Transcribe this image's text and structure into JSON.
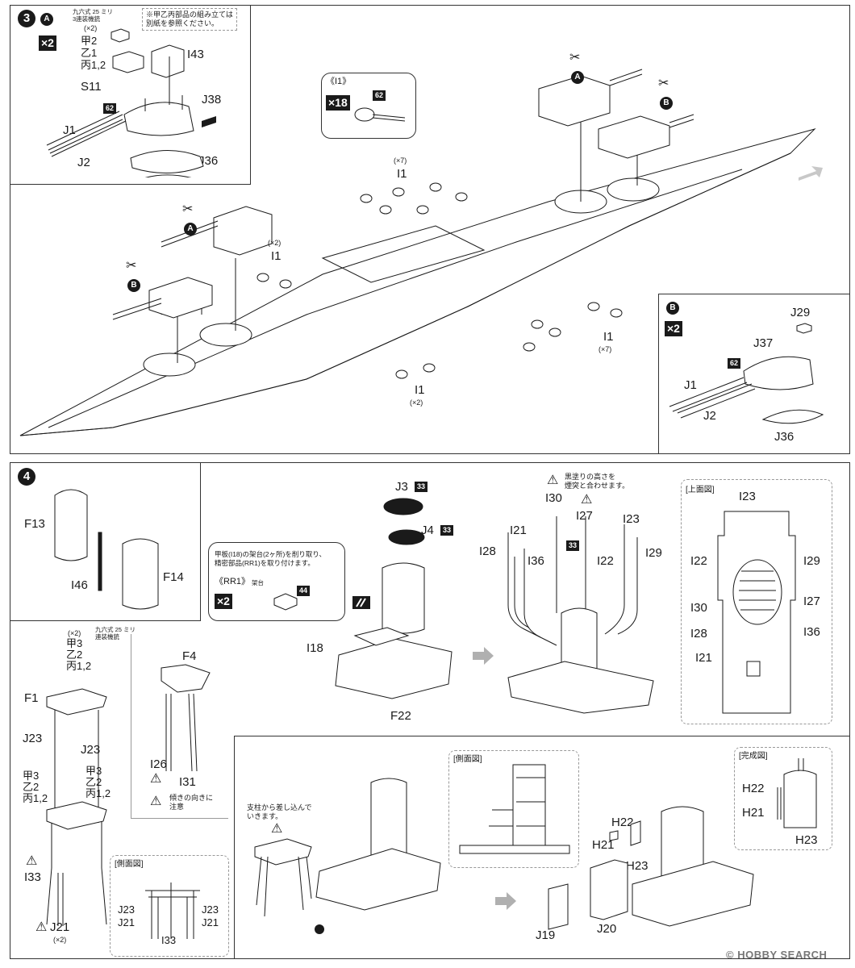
{
  "step3": {
    "number": "3",
    "sub_a": {
      "letter": "A",
      "count": "×2",
      "aa_gun_note": "九六式 25 ミリ\n3連装機銃",
      "aa_qty": "(×2)",
      "aa_types": [
        "甲2",
        "乙1",
        "丙1,2"
      ],
      "note": "※甲乙丙部品の組み立ては\n別紙を参照ください。",
      "parts": {
        "i43": "I43",
        "s11": "S11",
        "j38": "J38",
        "j1": "J1",
        "j2": "J2",
        "j36": "J36"
      },
      "paint_code": "62"
    },
    "i1_box": {
      "title": "《I1》",
      "count": "×18",
      "paint_code": "62"
    },
    "main_labels": {
      "i1_top": "I1",
      "i1_top_qty": "(×7)",
      "i1_left": "I1",
      "i1_left_qty": "(×2)",
      "i1_right": "I1",
      "i1_right_qty": "(×7)",
      "i1_bottom": "I1",
      "i1_bottom_qty": "(×2)",
      "turret_a1": "A",
      "turret_b1": "B",
      "turret_a2": "A",
      "turret_b2": "B"
    },
    "sub_b": {
      "letter": "B",
      "count": "×2",
      "paint_code": "62",
      "parts": {
        "j29": "J29",
        "j37": "J37",
        "j1": "J1",
        "j2": "J2",
        "j36": "J36"
      }
    }
  },
  "step4": {
    "number": "4",
    "panel_f13": {
      "f13": "F13",
      "f14": "F14",
      "i46": "I46"
    },
    "rr1_box": {
      "note": "甲板(I18)の架台(2ヶ所)を削り取り、\n精密部品(RR1)を取り付けます。",
      "title": "《RR1》",
      "title_sub": "架台",
      "count": "×2",
      "paint_code": "44"
    },
    "funnel": {
      "j3": "J3",
      "j3_paint": "33",
      "j4": "J4",
      "j4_paint": "33",
      "i18": "I18",
      "f22": "F22"
    },
    "pipes": {
      "note": "黒塗りの高さを\n煙突と合わせます。",
      "i30": "I30",
      "i27": "I27",
      "i23": "I23",
      "i21": "I21",
      "i28": "I28",
      "i36": "I36",
      "i22": "I22",
      "i29": "I29",
      "paint_code": "33"
    },
    "top_view": {
      "title": "[上面図]",
      "labels": {
        "i23": "I23",
        "i22": "I22",
        "i29": "I29",
        "i30": "I30",
        "i27": "I27",
        "i28": "I28",
        "i36": "I36",
        "i21": "I21"
      }
    },
    "mast_left": {
      "aa_qty": "(×2)",
      "aa_note": "九六式 25 ミリ\n連装機銃",
      "top_types": [
        "甲3",
        "乙2",
        "丙1,2"
      ],
      "f1": "F1",
      "j23_l": "J23",
      "j23_r": "J23",
      "mid_types_l": [
        "甲3",
        "乙2",
        "丙1,2"
      ],
      "mid_types_r": [
        "甲3",
        "乙2",
        "丙1,2"
      ],
      "i33": "I33",
      "j21": "J21",
      "j21_qty": "(×2)"
    },
    "mast_f4": {
      "f4": "F4",
      "i26": "I26",
      "i31": "I31",
      "note": "傾きの向きに\n注意"
    },
    "side_view_small": {
      "title": "[側面図]",
      "j23_l": "J23",
      "j21_l": "J21",
      "j23_r": "J23",
      "j21_r": "J21",
      "i33": "I33"
    },
    "lower": {
      "note": "支柱から差し込んで\nいきます。",
      "side_view_title": "[側面図]",
      "h22": "H22",
      "h21": "H21",
      "h23": "H23",
      "j19": "J19",
      "j20": "J20"
    },
    "complete_view": {
      "title": "[完成図]",
      "h22": "H22",
      "h21": "H21",
      "h23": "H23"
    }
  },
  "watermark": "© HOBBY SEARCH",
  "colors": {
    "ink": "#1a1a1a",
    "badge": "#1a1a1a",
    "arrow_gray": "#b0b0b0",
    "frame": "#333333"
  }
}
